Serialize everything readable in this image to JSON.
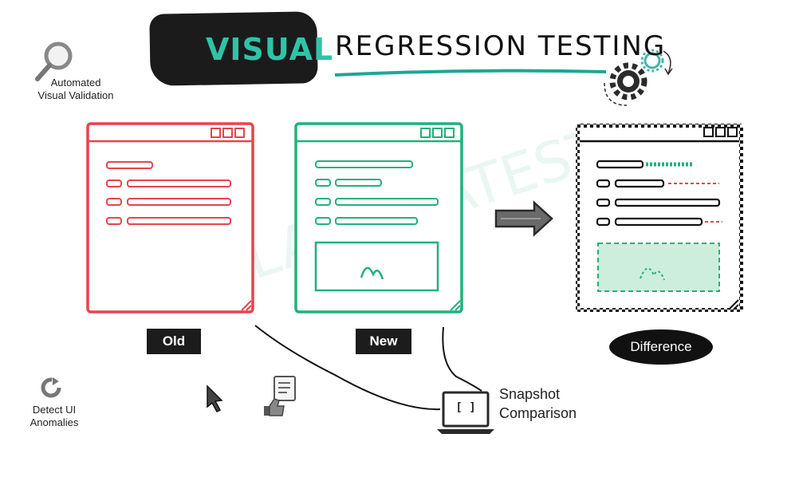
{
  "title": {
    "word1": "VISUAL",
    "rest": "REGRESSION TESTING"
  },
  "features": {
    "automated": "Automated\nVisual Validation",
    "detect": "Detect UI\nAnomalies"
  },
  "panels": {
    "old": "Old",
    "new": "New",
    "difference": "Difference"
  },
  "snapshot": {
    "label": "Snapshot\nComparison",
    "screen_text": "[  ]"
  },
  "colors": {
    "old": "#e8434b",
    "new": "#1fb27b",
    "diff": "#111111",
    "accent": "#2ec4a6",
    "diff_fill": "#cdeedd"
  },
  "icons": [
    "eye-icon",
    "magnifier-icon",
    "gear-icon",
    "reload-icon",
    "cursor-icon",
    "checklist-icon",
    "laptop-icon",
    "arrow-right-icon"
  ]
}
